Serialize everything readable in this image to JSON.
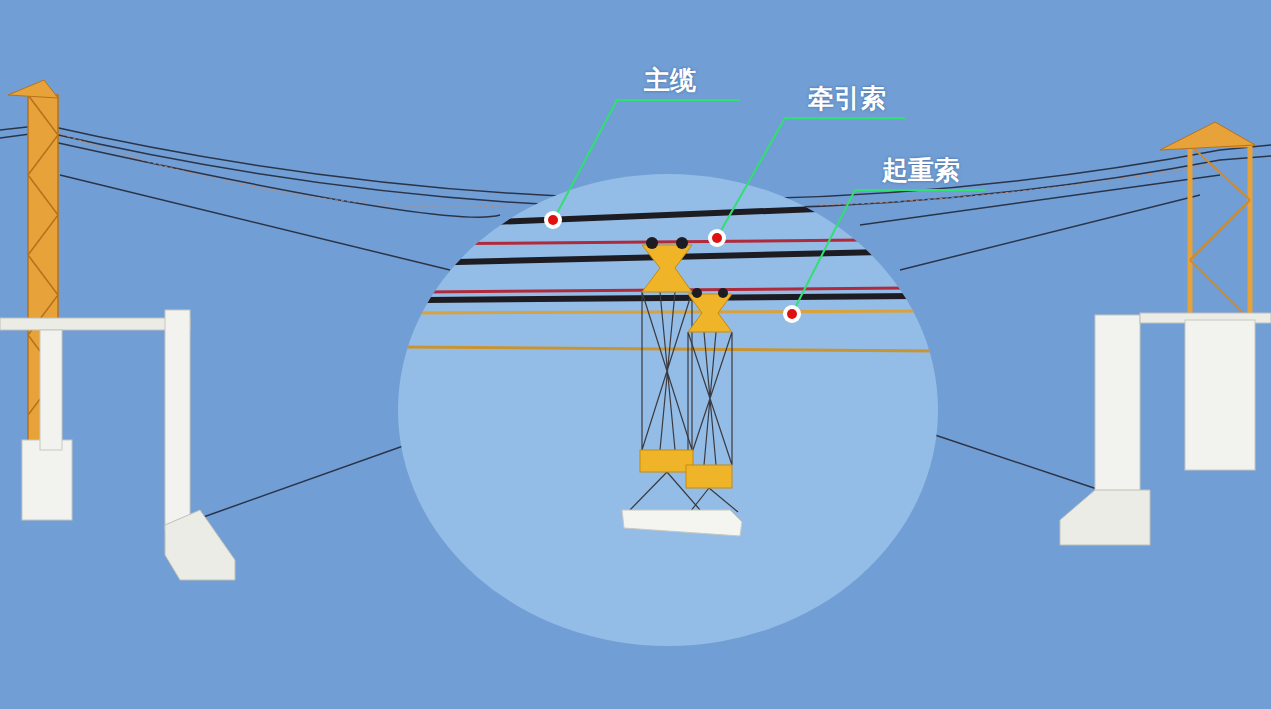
{
  "diagram": {
    "labels": [
      "主缆",
      "牵引索",
      "起重索"
    ]
  }
}
